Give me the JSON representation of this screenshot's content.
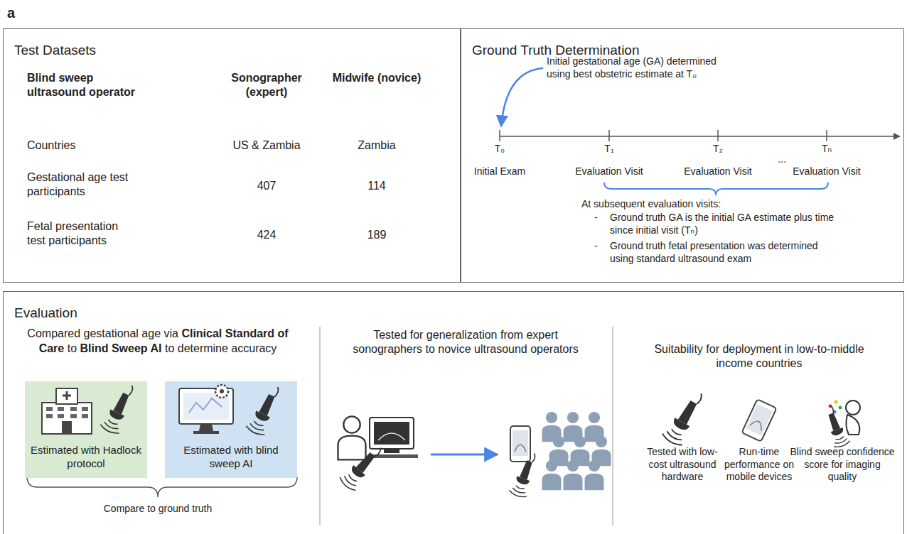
{
  "diagram": {
    "nodes": [
      {
        "text": [
          "Test Datasets"
        ]
      },
      {
        "text": [
          "Ground Truth Determination"
        ]
      },
      {
        "text": [
          "Evaluation"
        ]
      },
      {
        "text": [
          "Estimated with Hadlock protocol"
        ],
        "in": 2
      },
      {
        "text": [
          "Estimated with blind sweep AI"
        ],
        "in": 2
      }
    ],
    "labels": [
      "a",
      "Blind sweep ultrasound operator",
      "Sonographer (expert)",
      "Midwife (novice)",
      "Countries",
      "US & Zambia",
      "Zambia",
      "Gestational age test participants",
      "407",
      "114",
      "Fetal presentation test participants",
      "424",
      "189",
      "Initial gestational age (GA) determined using best obstetric estimate at T₀",
      "T₀",
      "T₁",
      "T₂",
      "...",
      "Tₙ",
      "Initial Exam",
      "Evaluation Visit",
      "Evaluation Visit",
      "Evaluation Visit",
      "At subsequent evaluation visits:",
      "-",
      "Ground truth GA is the initial GA estimate plus time since initial visit (Tₙ)",
      "-",
      "Ground truth fetal presentation was determined using standard ultrasound exam",
      "Compared gestational age via",
      "Clinical Standard of Care",
      "to",
      "Blind Sweep AI",
      "to determine accuracy",
      "Compare to ground truth",
      "Tested for generalization from expert sonographers to novice ultrasound operators",
      "Suitability for deployment in low-to-middle income countries",
      "Tested with low-cost ultrasound hardware",
      "Run-time performance on mobile devices",
      "Blind sweep confidence score for imaging quality"
    ]
  }
}
